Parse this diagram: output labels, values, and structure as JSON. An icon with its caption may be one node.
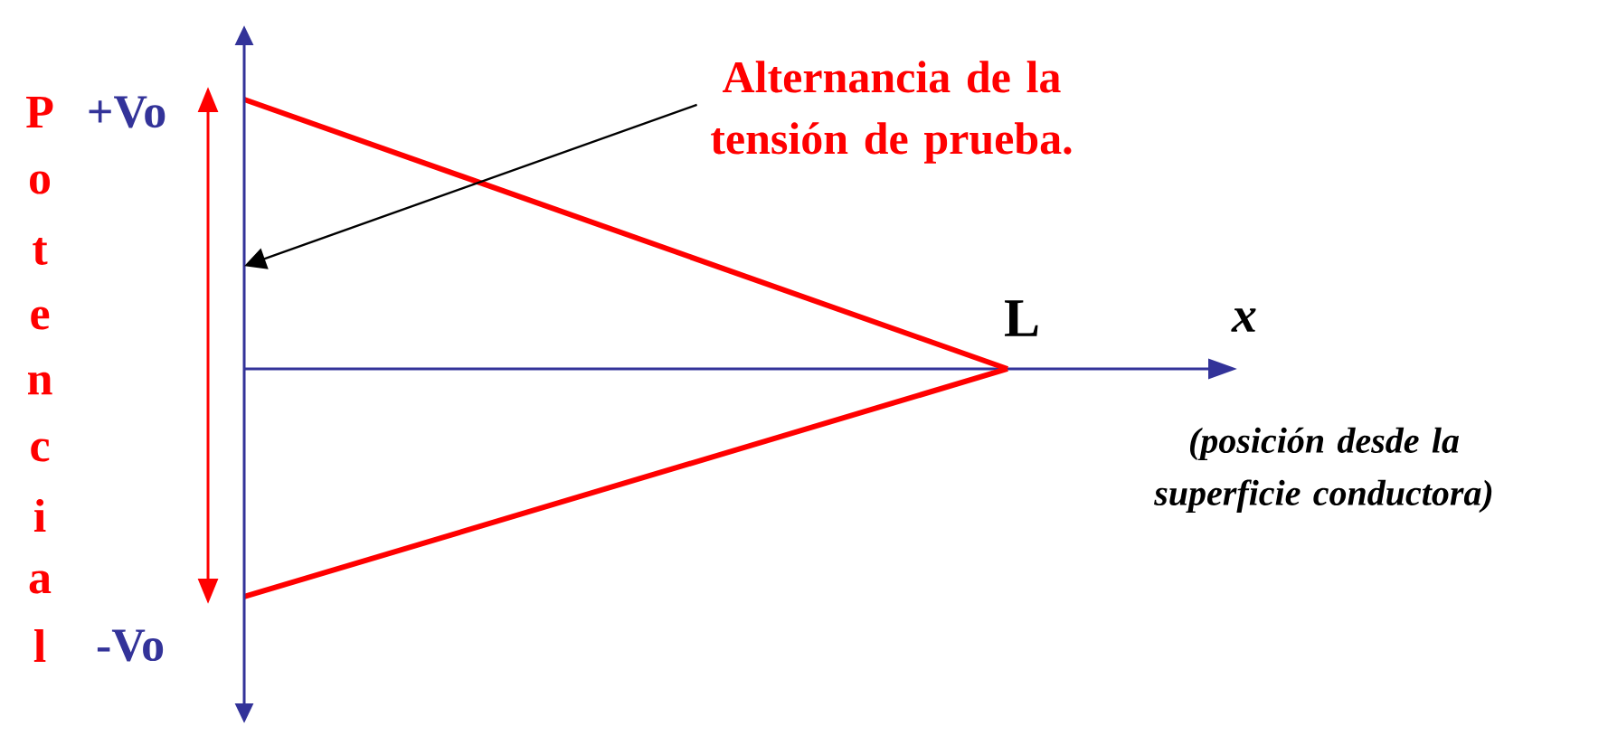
{
  "diagram": {
    "nodes": [
      {
        "text": [
          "Alternancia de la tensión de prueba."
        ]
      },
      {
        "text": [],
        "shape": "line"
      }
    ],
    "edges": [
      {
        "from": 0,
        "to": 1,
        "arrow": "to"
      }
    ],
    "labels": [
      "P",
      "o",
      "t",
      "e",
      "n",
      "c",
      "i",
      "a",
      "l",
      "+Vo",
      "-Vo",
      "L",
      "x",
      "(posición desde la superficie conductora)"
    ]
  }
}
